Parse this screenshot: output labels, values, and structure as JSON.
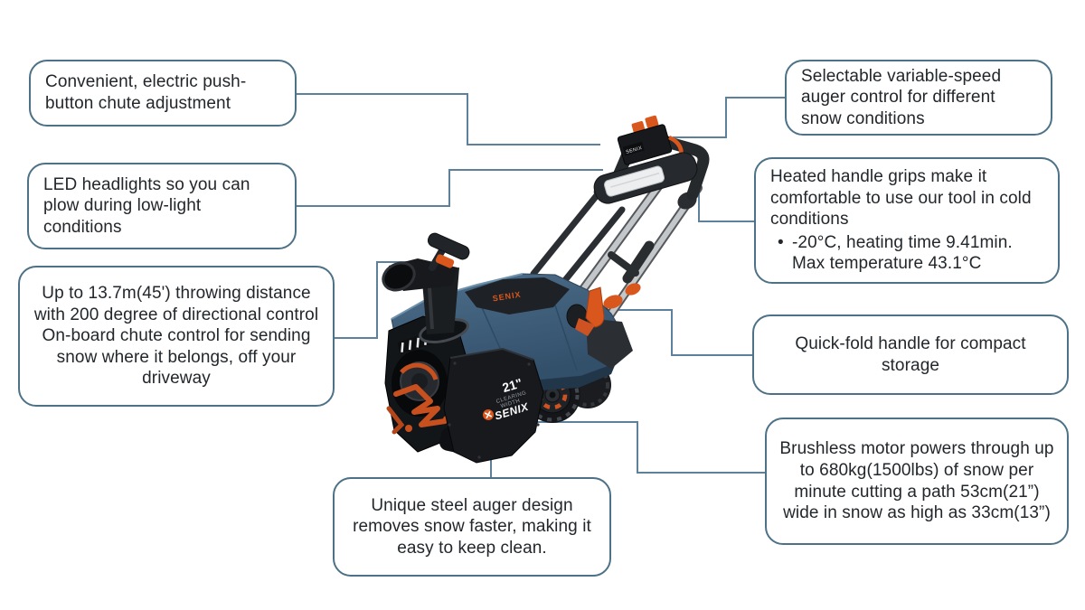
{
  "palette": {
    "box_border": "#4d7186",
    "connector_line": "#5d819a",
    "accent_orange": "#d9571c",
    "body_blue": "#3f607c",
    "machine_black": "#17191d",
    "text": "#22272b",
    "background": "#ffffff"
  },
  "callouts": [
    {
      "id": "chute-adjustment",
      "text": "Convenient, electric push-button chute adjustment"
    },
    {
      "id": "led-headlights",
      "text": "LED headlights so you can plow during low-light conditions"
    },
    {
      "id": "throwing-distance",
      "lines": [
        "Up to 13.7m(45') throwing distance with 200 degree of directional control",
        "On-board chute control for sending snow where it belongs, off your driveway"
      ]
    },
    {
      "id": "steel-auger",
      "text": "Unique steel auger design removes snow faster, making it easy to keep clean."
    },
    {
      "id": "variable-speed",
      "text": "Selectable variable-speed auger control for different snow conditions"
    },
    {
      "id": "heated-grips",
      "text": "Heated handle grips make it comfortable to use our tool in cold conditions",
      "bullet_marker": "•",
      "bullet": "-20°C, heating time 9.41min. Max temperature 43.1°C"
    },
    {
      "id": "quick-fold",
      "text": "Quick-fold handle for compact storage"
    },
    {
      "id": "brushless-motor",
      "text": "Brushless motor powers through up to 680kg(1500lbs) of snow per minute cutting a path 53cm(21”) wide in snow as high as 33cm(13”)"
    }
  ],
  "machine": {
    "clearing_width_value": "21\"",
    "clearing_width_line1": "CLEARING",
    "clearing_width_line2": "WIDTH",
    "brand": "SENIX",
    "battery_brand": "SENIX",
    "motor_brand": "SENIX"
  }
}
